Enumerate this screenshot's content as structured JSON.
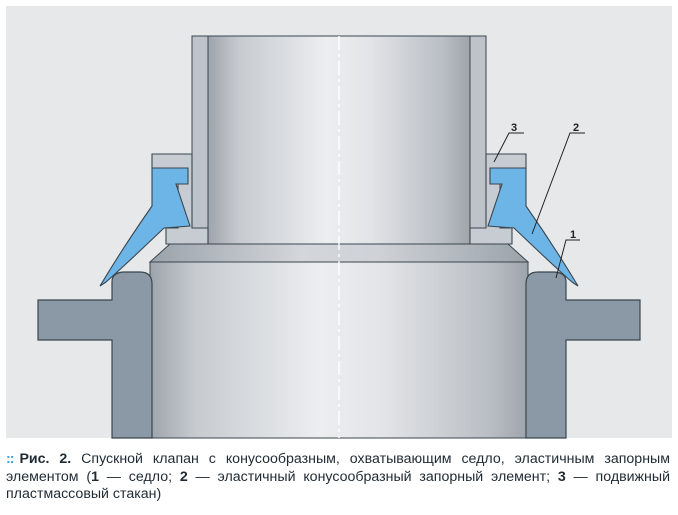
{
  "figure": {
    "labels": [
      "3",
      "2",
      "1"
    ],
    "colors": {
      "background": "#e6e7e9",
      "pipe": "#c9ccd1",
      "housing": "#8a98a6",
      "cone": "#6bb6e8",
      "outline": "#3a4650"
    }
  },
  "caption": {
    "bullet": "::",
    "fig_ref": "Рис. 2.",
    "title": "Спускной клапан с конусообразным, охватывающим седло, эластичным запорным элементом",
    "open_paren": " (",
    "n1": "1",
    "t1": " — седло; ",
    "n2": "2",
    "t2": " — эластичный конусообразный запорный элемент; ",
    "n3": "3",
    "t3": " — подвижный пластмассовый стакан)"
  }
}
